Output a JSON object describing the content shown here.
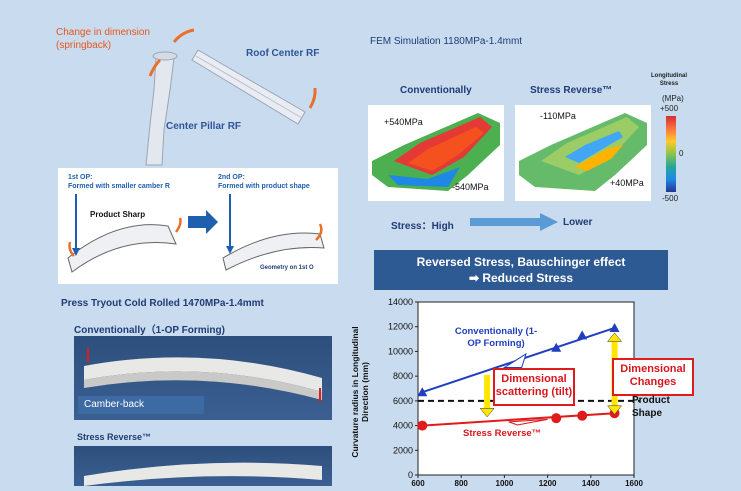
{
  "springback": {
    "line1": "Change in dimension",
    "line2": "(springback)"
  },
  "parts": {
    "roof": "Roof Center RF",
    "pillar": "Center Pillar RF"
  },
  "fem": {
    "title": "FEM Simulation   1180MPa-1.4mmt",
    "conv_label": "Conventionally",
    "sr_label": "Stress Reverse™",
    "conv_high": "+540MPa",
    "conv_low": "-540MPa",
    "sr_high": "-110MPa",
    "sr_low": "+40MPa",
    "legend_title_1": "Longitudinal",
    "legend_title_2": "Stress",
    "legend_unit": "(MPa)",
    "legend_ticks": [
      "+500",
      "0",
      "-500"
    ],
    "stress_high": "Stress：High",
    "stress_lower": "Lower"
  },
  "ops": {
    "op1_l1": "1st OP:",
    "op1_l2": "Formed with smaller camber R",
    "op2_l1": "2nd OP:",
    "op2_l2": "Formed with product shape",
    "product_sharp": "Product Sharp",
    "geometry": "Geometry on 1st O"
  },
  "banner": {
    "line1": "Reversed Stress, Bauschinger effect",
    "line2": "➡  Reduced Stress"
  },
  "press": {
    "title": "Press Tryout   Cold Rolled 1470MPa-1.4mmt",
    "conv": "Conventionally（1-OP Forming)",
    "camber": "Camber-back",
    "sr": "Stress Reverse™"
  },
  "chart_data": {
    "type": "line",
    "ylabel": "Curvature radius in Longitudinal Direction (mm)",
    "xlim": [
      600,
      1600
    ],
    "ylim": [
      0,
      14000
    ],
    "yticks": [
      0,
      2000,
      4000,
      6000,
      8000,
      10000,
      12000,
      14000
    ],
    "xticks": [
      600,
      800,
      1000,
      1200,
      1400,
      1600
    ],
    "series": [
      {
        "name": "Conventionally (1-OP Forming)",
        "color": "#1f3fbf",
        "marker": "triangle",
        "x": [
          620,
          1240,
          1360,
          1510
        ],
        "y": [
          6700,
          10300,
          11300,
          11900
        ]
      },
      {
        "name": "Stress Reverse™",
        "color": "#e01b1b",
        "marker": "circle",
        "x": [
          620,
          1240,
          1360,
          1510
        ],
        "y": [
          4000,
          4600,
          4800,
          5000
        ]
      }
    ],
    "product_shape_y": 6000,
    "labels": {
      "conv": "Conventionally (1-OP Forming)",
      "sr": "Stress Reverse™",
      "scatter": "Dimensional scattering (tilt)",
      "changes": "Dimensional Changes",
      "product_shape": "Product Shape"
    }
  }
}
